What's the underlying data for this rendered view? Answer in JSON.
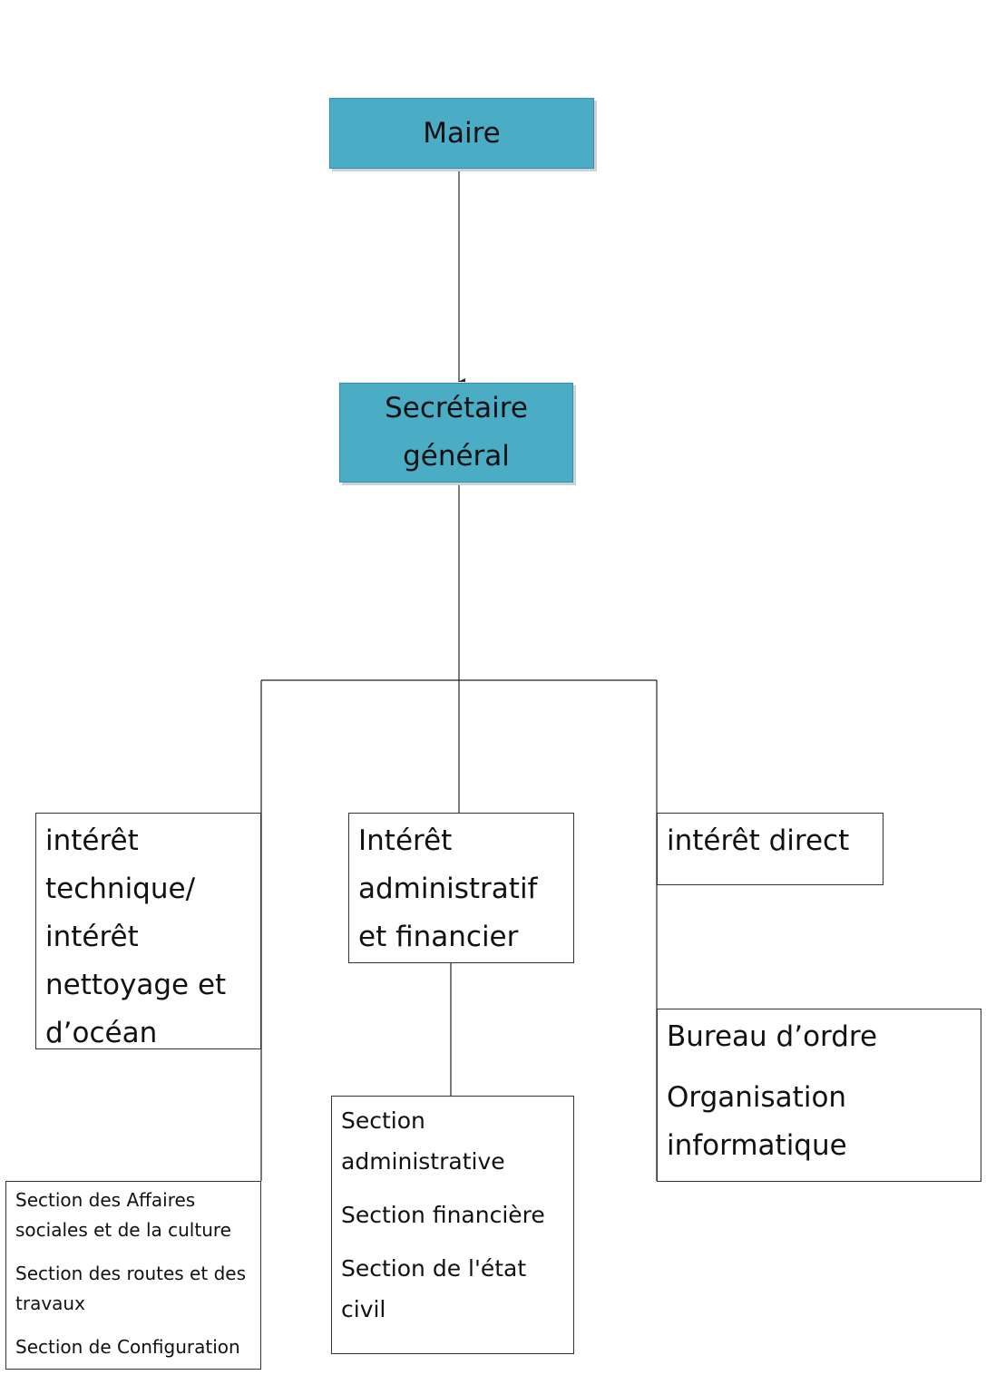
{
  "nodes": {
    "maire": "Maire",
    "secretaire": [
      "Secrétaire",
      "général"
    ],
    "technique": [
      "intérêt",
      "technique/",
      "intérêt",
      "nettoyage et",
      "d’océan"
    ],
    "administratif": [
      "Intérêt",
      "administratif",
      "et financier"
    ],
    "direct": "intérêt direct",
    "sections_admin": [
      "Section",
      "administrative",
      "Section financière",
      "Section de l'état",
      "civil"
    ],
    "bureau": [
      "Bureau d’ordre",
      "Organisation",
      "informatique"
    ],
    "sections_tech": [
      "Section des Affaires",
      "sociales et de la culture",
      "Section des routes et des",
      "travaux",
      "Section de Configuration"
    ]
  },
  "colors": {
    "top_box": "#4bacc6",
    "line": "#222222"
  }
}
